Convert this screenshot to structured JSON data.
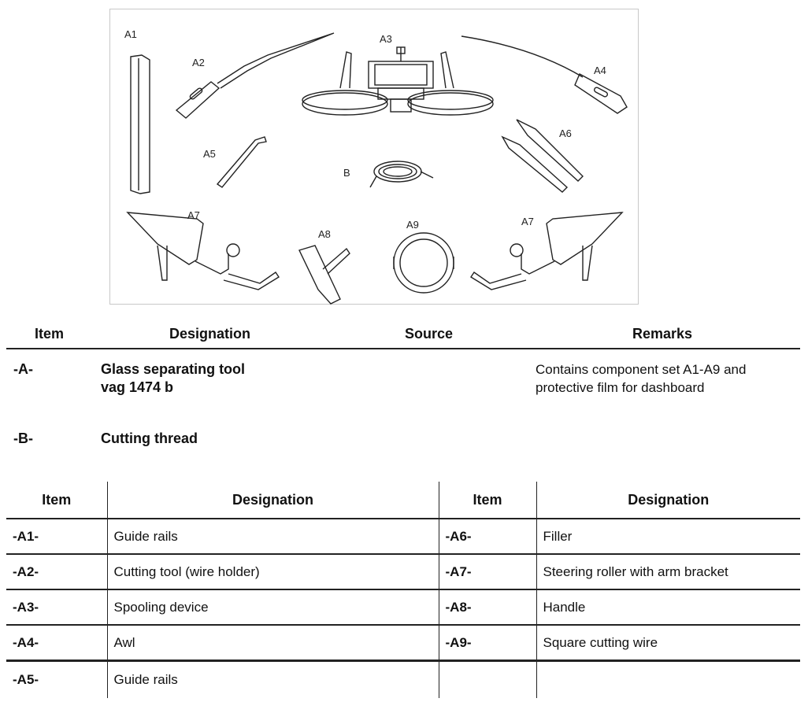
{
  "figure": {
    "labels": [
      "A1",
      "A2",
      "A3",
      "A4",
      "A5",
      "A6",
      "B",
      "A7",
      "A8",
      "A9",
      "A7"
    ]
  },
  "main_table": {
    "headers": {
      "item": "Item",
      "designation": "Designation",
      "source": "Source",
      "remarks": "Remarks"
    },
    "rows": [
      {
        "item": "-A-",
        "designation_line1": "Glass separating tool",
        "designation_line2": "vag 1474 b",
        "remarks_line1": "Contains component set A1-A9 and",
        "remarks_line2": "protective film for dashboard"
      },
      {
        "item": "-B-",
        "designation_line1": "Cutting thread"
      }
    ]
  },
  "parts_table": {
    "headers": [
      "Item",
      "Designation",
      "Item",
      "Designation"
    ],
    "rows": [
      [
        "-A1-",
        "Guide rails",
        "-A6-",
        "Filler"
      ],
      [
        "-A2-",
        "Cutting tool (wire holder)",
        "-A7-",
        "Steering roller with arm bracket"
      ],
      [
        "-A3-",
        "Spooling device",
        "-A8-",
        "Handle"
      ],
      [
        "-A4-",
        "Awl",
        "-A9-",
        "Square cutting wire"
      ],
      [
        "-A5-",
        "Guide rails",
        "",
        ""
      ]
    ]
  }
}
